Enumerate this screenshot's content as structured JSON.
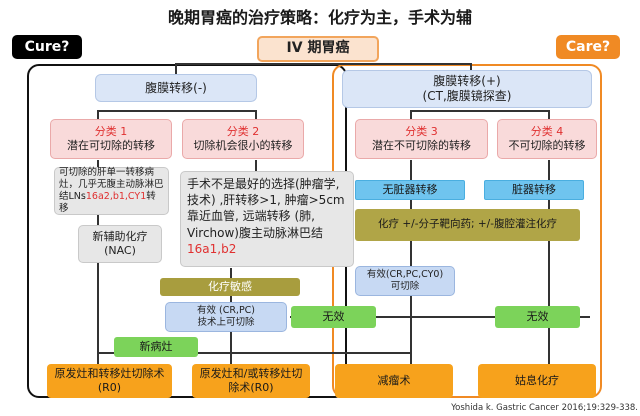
{
  "title": "晚期胃癌的治疗策略：化疗为主，手术为辅",
  "stage_label": "IV 期胃癌",
  "cure_label": "Cure?",
  "care_label": "Care?",
  "peritoneal_neg": "腹膜转移(-)",
  "peritoneal_pos_line1": "腹膜转移(+)",
  "peritoneal_pos_line2": "(CT,腹膜镜探查)",
  "cat1": {
    "title": "分类 1",
    "desc": "潜在可切除的转移"
  },
  "cat2": {
    "title": "分类 2",
    "desc": "切除机会很小的转移"
  },
  "cat3": {
    "title": "分类 3",
    "desc": "潜在不可切除的转移"
  },
  "cat4": {
    "title": "分类 4",
    "desc": "不可切除的转移"
  },
  "resectable_text": "可切除的肝单一转移病灶，几乎无腹主动脉淋巴结LNs",
  "resectable_red": "16a2,b1,CY1",
  "resectable_tail": "转移",
  "nac_line1": "新辅助化疗",
  "nac_line2": "(NAC)",
  "surgery_text": "手术不是最好的选择(肿瘤学, 技术) ,肝转移>1, 肿瘤>5cm靠近血管, 远端转移 (肺, Virchow)腹主动脉淋巴结",
  "surgery_red": "16a1,b2",
  "no_organ": "无脏器转移",
  "organ": "脏器转移",
  "chemo": "化疗 +/-分子靶向药; +/-腹腔灌注化疗",
  "chemo_sensitive": "化疗敏感",
  "effective_cr_line1": "有效 (CR,PC)",
  "effective_cr_line2": "技术上可切除",
  "effective_cy_line1": "有效(CR,PC,CY0)",
  "effective_cy_line2": "可切除",
  "ineffective": "无效",
  "new_lesion": "新病灶",
  "result1_line1": "原发灶和转移灶切除术",
  "result1_line2": "(R0)",
  "result2_line1": "原发灶和/或转移灶切",
  "result2_line2": "除术(R0)",
  "result3": "减瘤术",
  "result4": "姑息化疗",
  "citation": "Yoshida k. Gastric Cancer 2016;19:329-338.",
  "colors": {
    "care_orange": "#f08a24",
    "category_red": "#e03030",
    "result_orange": "#f7a21c",
    "ineffective_green": "#7cd35a"
  }
}
